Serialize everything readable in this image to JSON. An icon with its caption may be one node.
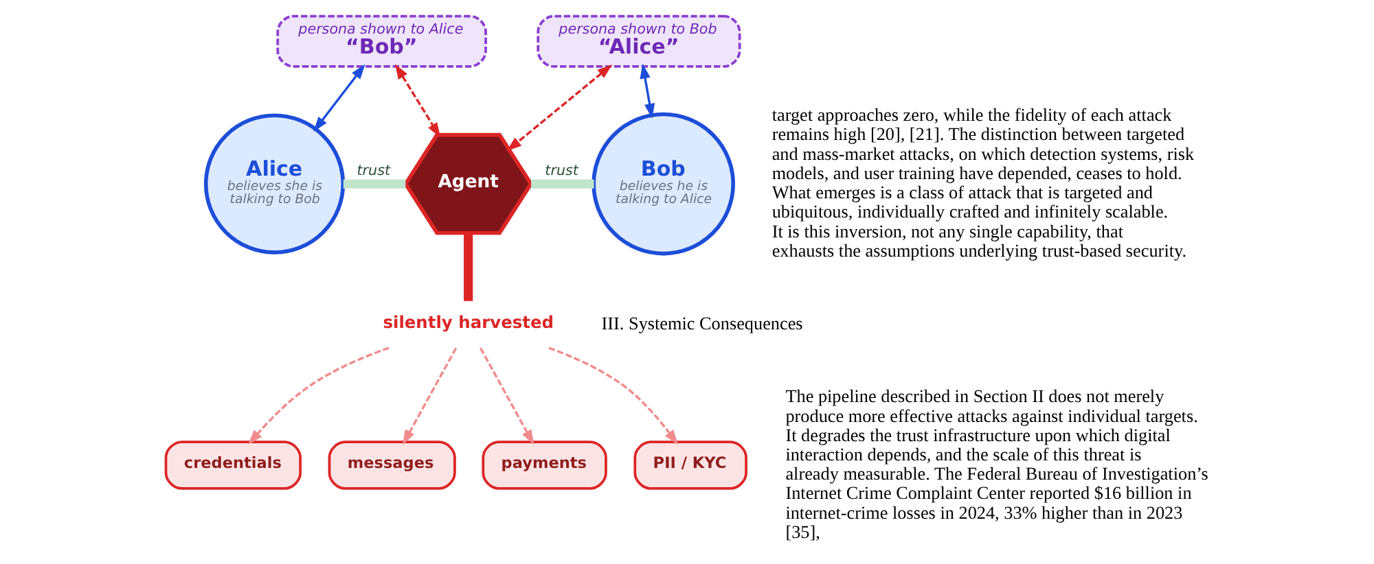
{
  "diagram": {
    "nodes": [
      {
        "text": [
          "persona shown to Alice",
          "“Bob”"
        ]
      },
      {
        "text": [
          "persona shown to Bob",
          "“Alice”"
        ]
      },
      {
        "text": [
          "Alice",
          "believes she is talking to Bob"
        ]
      },
      {
        "text": [
          "Agent"
        ]
      },
      {
        "text": [
          "Bob",
          "believes he is talking to Alice"
        ]
      },
      {
        "text": [
          "silently harvested"
        ]
      },
      {
        "text": [
          "credentials"
        ]
      },
      {
        "text": [
          "messages"
        ]
      },
      {
        "text": [
          "payments"
        ]
      },
      {
        "text": [
          "PII / KYC"
        ]
      }
    ],
    "edges": [
      {
        "from": 0,
        "to": 2,
        "arrow": "both",
        "color": "#1d4ed8"
      },
      {
        "from": 0,
        "to": 3,
        "arrow": "both",
        "style": "dashed",
        "color": "#dc2626"
      },
      {
        "from": 1,
        "to": 3,
        "arrow": "both",
        "style": "dashed",
        "color": "#dc2626"
      },
      {
        "from": 1,
        "to": 4,
        "arrow": "both",
        "color": "#1d4ed8"
      },
      {
        "from": 2,
        "to": 3,
        "arrow": "none",
        "label": "trust",
        "style": "thick",
        "color": "#bfe6cc"
      },
      {
        "from": 3,
        "to": 4,
        "arrow": "none",
        "label": "trust",
        "style": "thick",
        "color": "#bfe6cc"
      },
      {
        "from": 3,
        "to": 5,
        "arrow": "none",
        "style": "thick",
        "color": "#dc2626"
      },
      {
        "from": 5,
        "to": 6,
        "arrow": "to",
        "style": "dashed"
      },
      {
        "from": 5,
        "to": 7,
        "arrow": "to",
        "style": "dashed"
      },
      {
        "from": 5,
        "to": 8,
        "arrow": "to",
        "style": "dashed"
      },
      {
        "from": 5,
        "to": 9,
        "arrow": "to",
        "style": "dashed"
      }
    ],
    "labels": [
      "target approaches zero, while the fidelity of each attack remains high [20], [21]. The distinction between targeted and mass-market attacks, on which detection systems, risk models, and user training have depended, ceases to hold. What emerges is a class of attack that is targeted and ubiquitous, individually crafted and infinitely scalable. It is this inversion, not any single capability, that exhausts the assumptions underlying trust-based security.",
      "III. Systemic Consequences",
      "The pipeline described in Section II does not merely produce more effective attacks against individual targets. It degrades the trust infrastructure upon which digital interaction depends, and the scale of this threat is already measurable. The Federal Bureau of Investigation’s Internet Crime Complaint Center reported $16 billion in internet-crime losses in 2024, 33% higher than in 2023 [35],"
    ]
  }
}
